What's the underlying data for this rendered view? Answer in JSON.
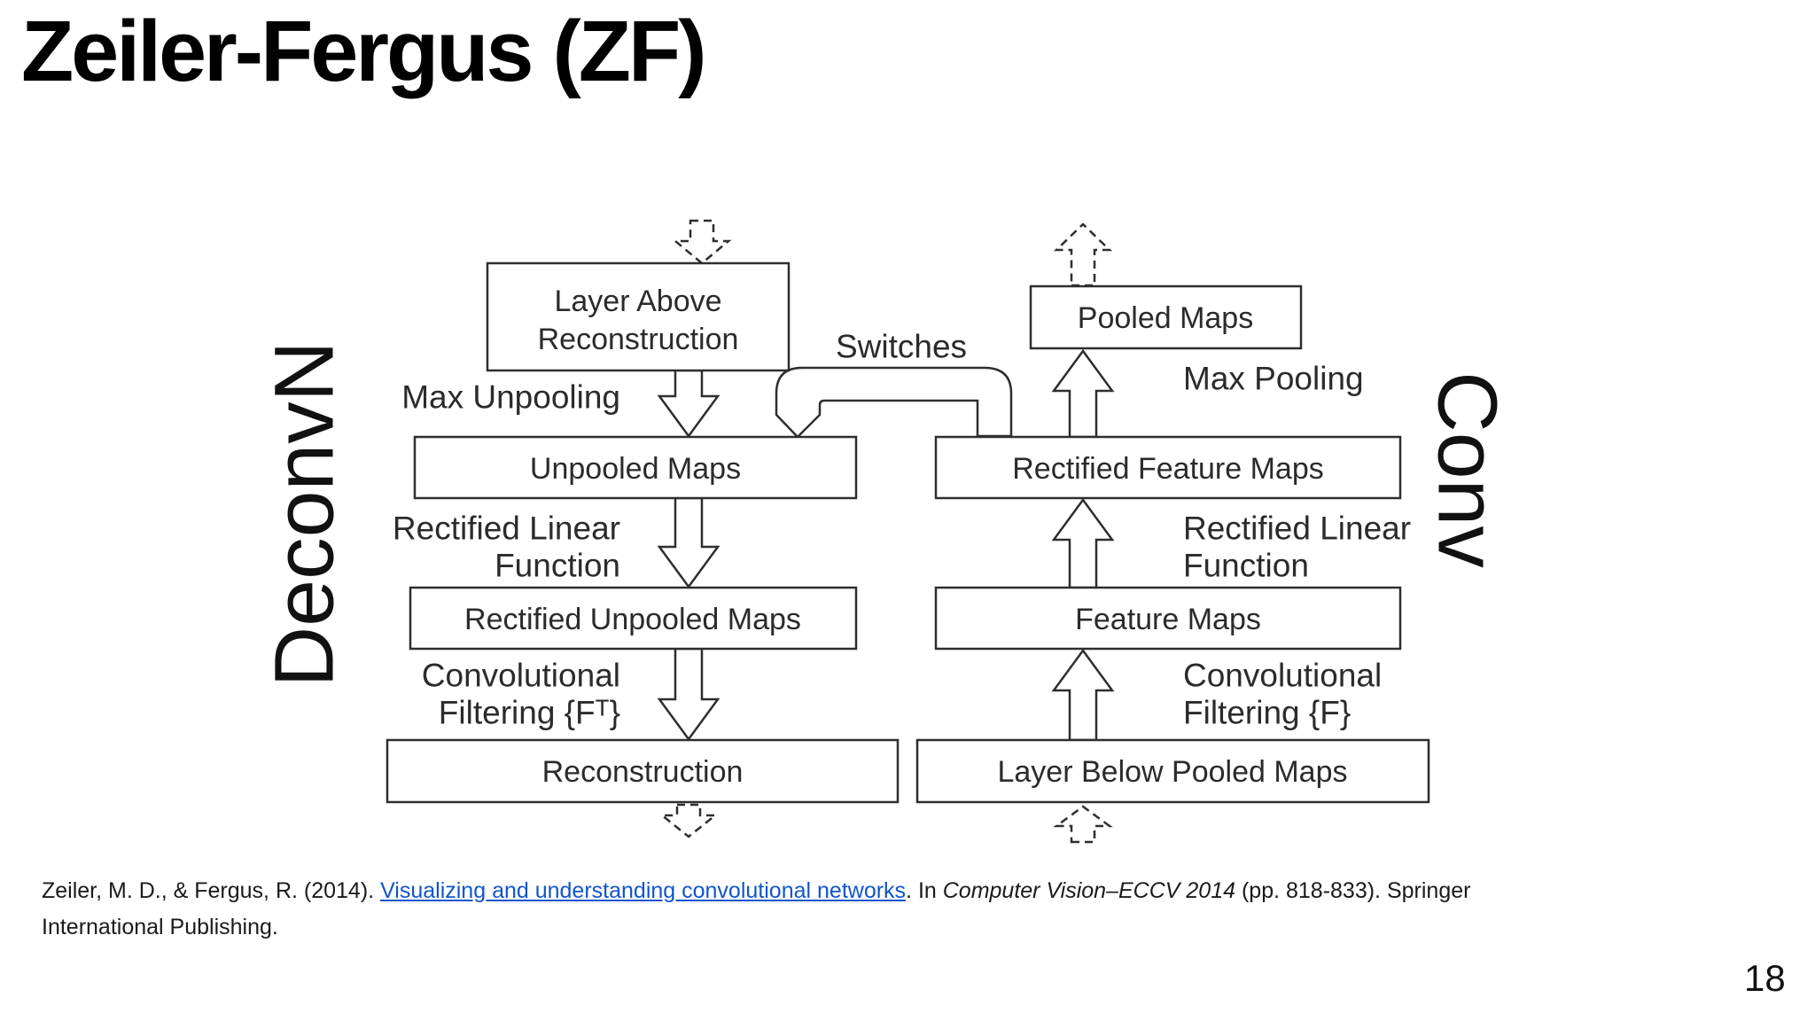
{
  "slide": {
    "title": "Zeiler-Fergus (ZF)",
    "page_number": "18"
  },
  "citation": {
    "prefix": "Zeiler, M. D., & Fergus, R. (2014). ",
    "link_text": "Visualizing and understanding convolutional networks",
    "after_link": ". In ",
    "book_title": "Computer Vision–ECCV 2014",
    "tail_line1": " (pp. 818-833). Springer",
    "tail_line2": "International Publishing."
  },
  "diagram": {
    "deconv_column_label": "DeconvN",
    "conv_column_label": "Conv",
    "switches_label": "Switches",
    "boxes": {
      "layer_above_reconstruction_line1": "Layer Above",
      "layer_above_reconstruction_line2": "Reconstruction",
      "unpooled_maps": "Unpooled Maps",
      "rectified_unpooled_maps": "Rectified Unpooled Maps",
      "reconstruction": "Reconstruction",
      "pooled_maps": "Pooled Maps",
      "rectified_feature_maps": "Rectified Feature Maps",
      "feature_maps": "Feature Maps",
      "layer_below_pooled_maps": "Layer Below Pooled Maps"
    },
    "operations": {
      "max_unpooling": "Max Unpooling",
      "relu_left_line1": "Rectified Linear",
      "relu_left_line2": "Function",
      "conv_filtering_left_line1": "Convolutional",
      "conv_filtering_left_line2": "Filtering {Fᵀ}",
      "max_pooling": "Max Pooling",
      "relu_right_line1": "Rectified Linear",
      "relu_right_line2": "Function",
      "conv_filtering_right_line1": "Convolutional",
      "conv_filtering_right_line2": "Filtering {F}"
    },
    "colors": {
      "diagram_line": "#2e2e2e",
      "diagram_text": "#2b2b2b",
      "link_blue": "#1155cc"
    }
  }
}
